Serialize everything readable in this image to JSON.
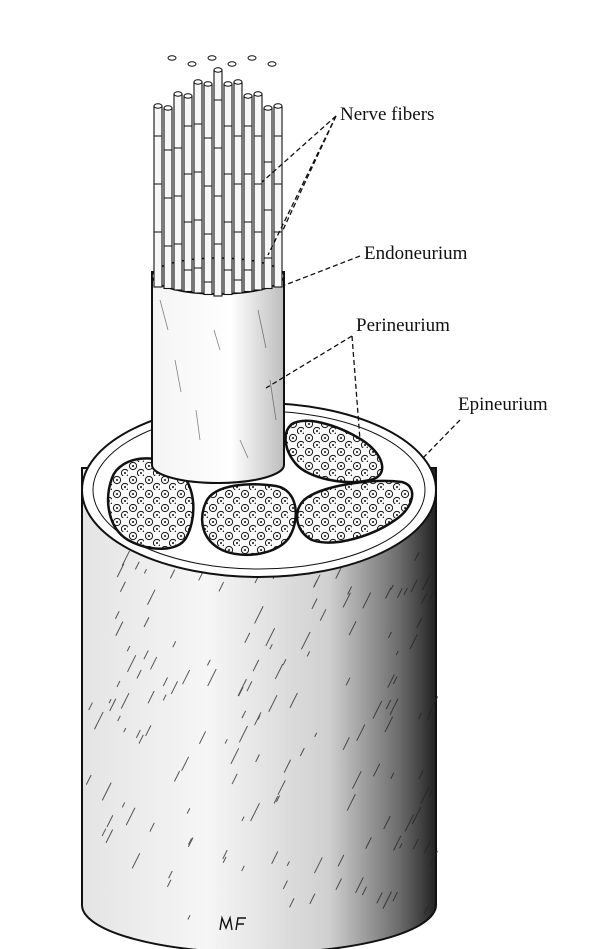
{
  "labels": {
    "nerve_fibers": "Nerve fibers",
    "endoneurium": "Endoneurium",
    "perineurium": "Perineurium",
    "epineurium": "Epineurium"
  },
  "signature": "MF",
  "colors": {
    "ink": "#111111",
    "paper": "#ffffff",
    "shade": "#d8d8d8"
  }
}
